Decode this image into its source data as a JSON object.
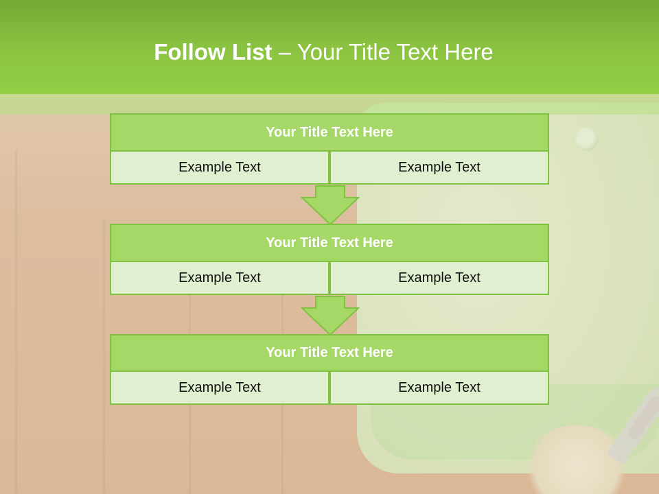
{
  "header": {
    "title_bold": "Follow List",
    "title_rest": " – Your Title Text Here"
  },
  "steps": [
    {
      "title": "Your Title Text Here",
      "left": "Example Text",
      "right": "Example Text"
    },
    {
      "title": "Your Title Text Here",
      "left": "Example Text",
      "right": "Example Text"
    },
    {
      "title": "Your Title Text Here",
      "left": "Example Text",
      "right": "Example Text"
    }
  ],
  "colors": {
    "header_green": "#8cc441",
    "box_title_green": "#a5d867",
    "box_cell_green": "#e0efcf",
    "border_green": "#7fc240"
  }
}
